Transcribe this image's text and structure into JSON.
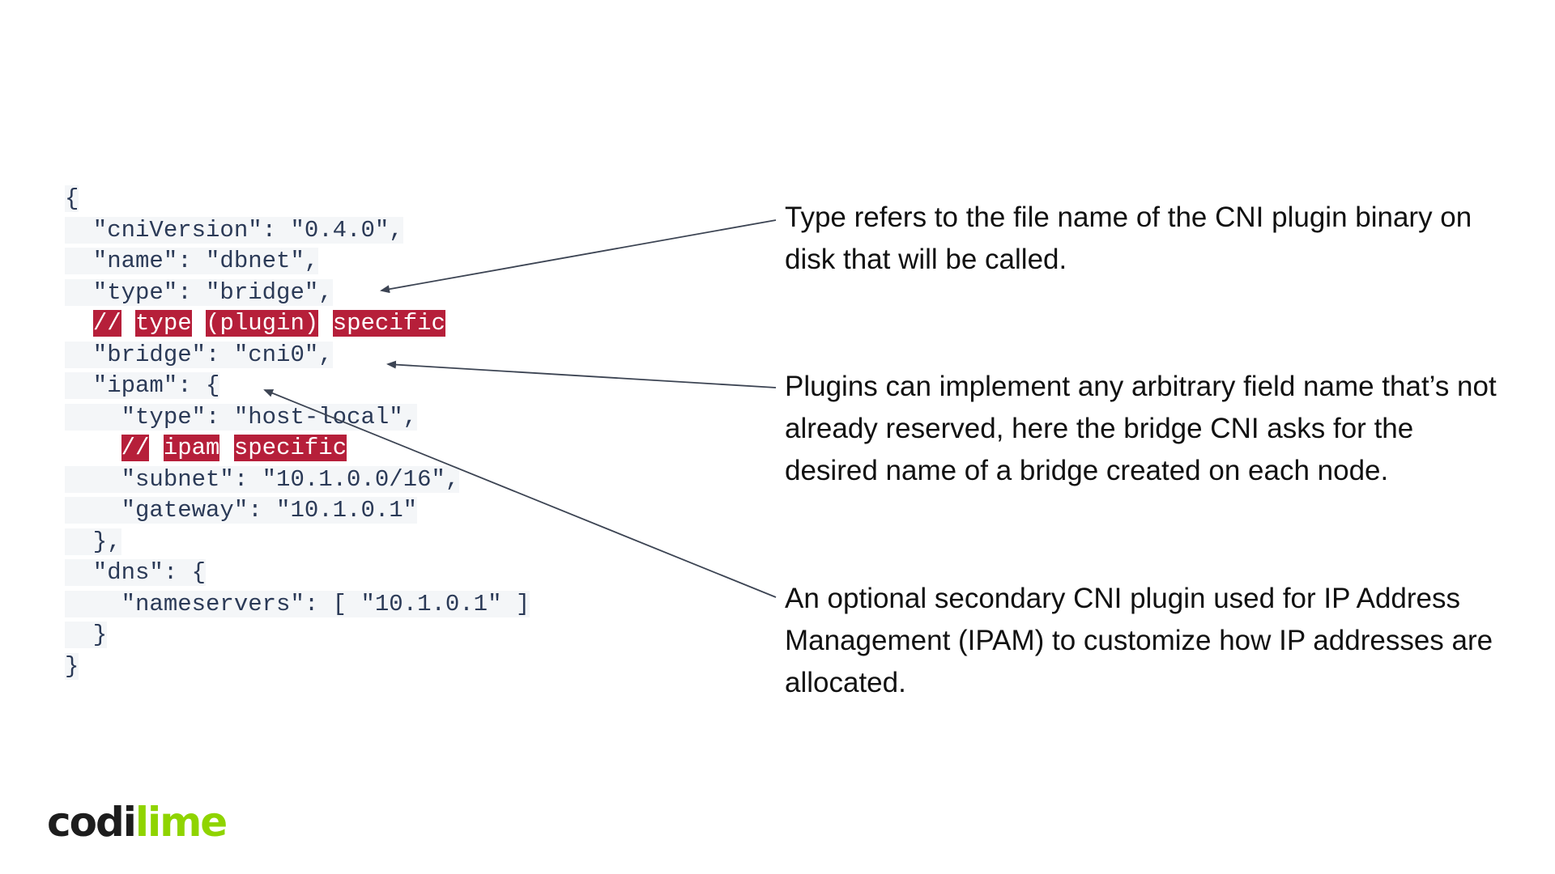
{
  "code": {
    "lines": [
      "{",
      "  \"cniVersion\": \"0.4.0\",",
      "  \"name\": \"dbnet\",",
      "  \"type\": \"bridge\",",
      "",
      "  \"bridge\": \"cni0\",",
      "  \"ipam\": {",
      "    \"type\": \"host-local\",",
      "",
      "    \"subnet\": \"10.1.0.0/16\",",
      "    \"gateway\": \"10.1.0.1\"",
      "  },",
      "  \"dns\": {",
      "    \"nameservers\": [ \"10.1.0.1\" ]",
      "  }",
      "}"
    ],
    "comment_type": [
      "//",
      "type",
      "(plugin)",
      "specific"
    ],
    "comment_ipam": [
      "//",
      "ipam",
      "specific"
    ]
  },
  "annotations": {
    "type_note": "Type refers to the file name of the CNI plugin binary on disk that will be called.",
    "bridge_note": "Plugins can implement any arbitrary field name that’s not already reserved, here the bridge CNI asks for the desired name of a bridge created on each node.",
    "ipam_note": "An optional secondary CNI plugin used for IP Address Management (IPAM) to customize how IP addresses are allocated."
  },
  "logo": {
    "part_a": "codi",
    "part_b": "lime"
  },
  "colors": {
    "comment_highlight": "#b61f3a",
    "code_text": "#2b3a57",
    "arrow": "#3c4453",
    "logo_accent": "#8fd400"
  }
}
